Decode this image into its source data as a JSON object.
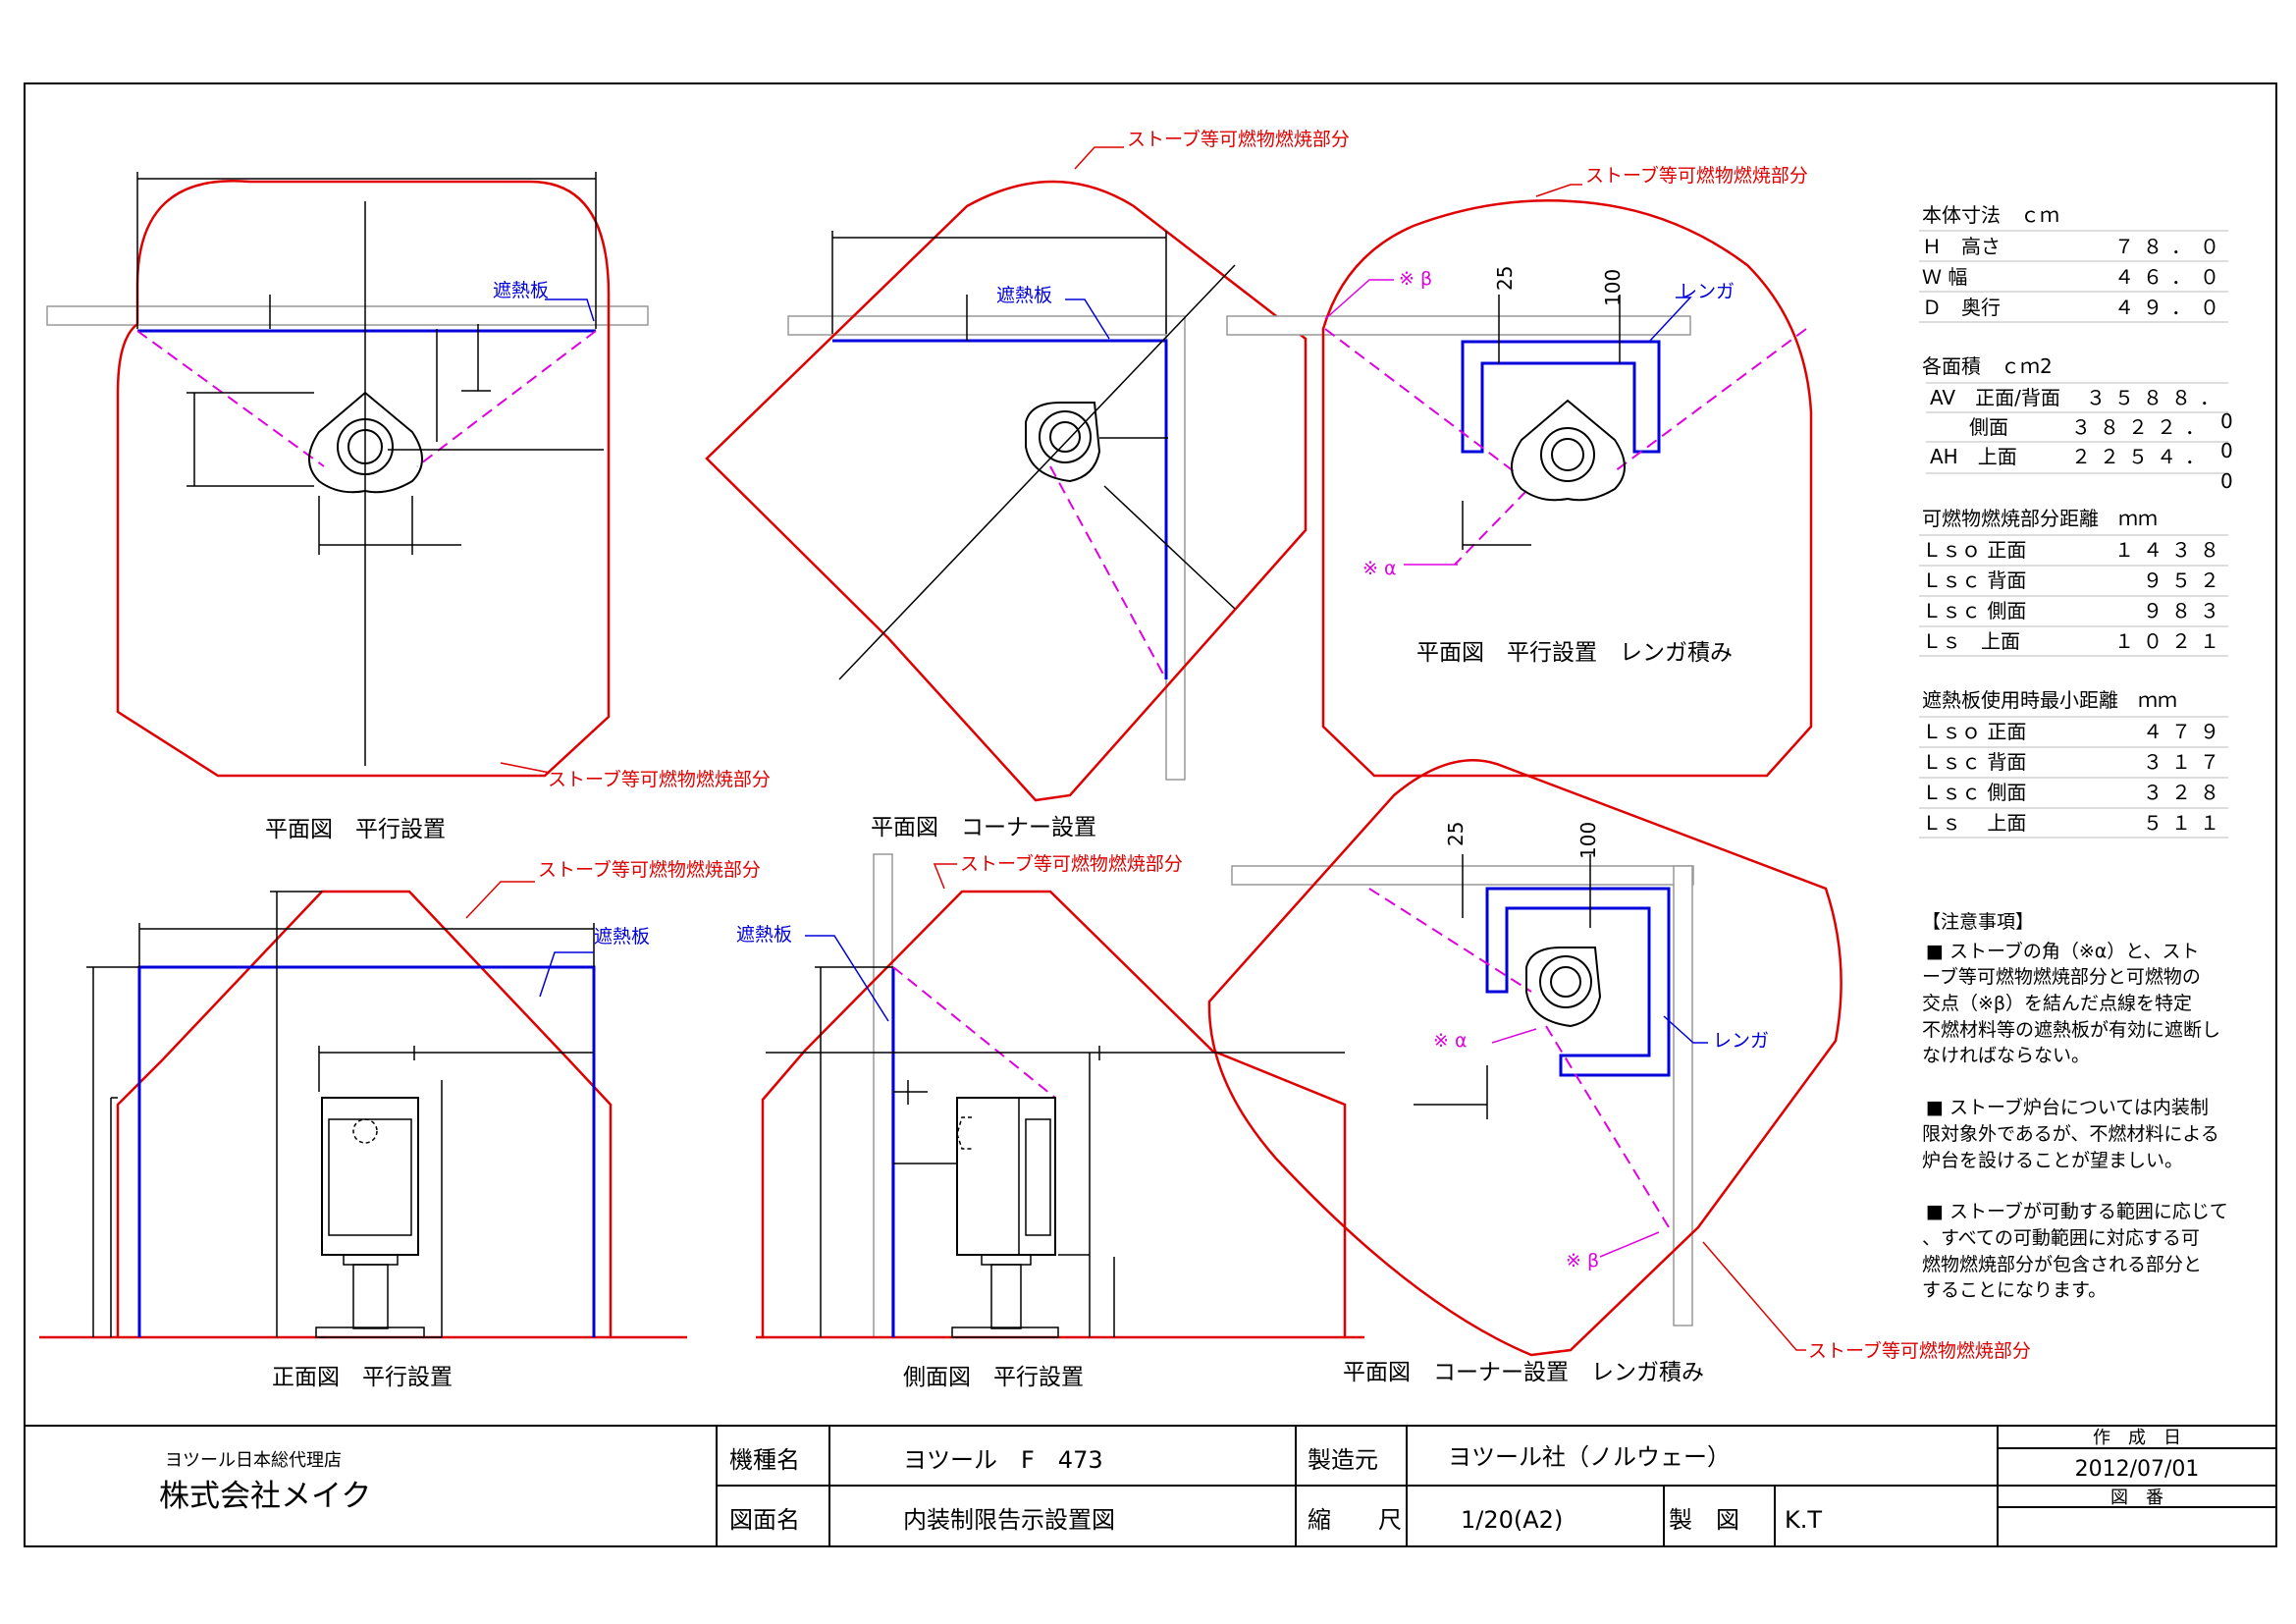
{
  "labels": {
    "combustible": "ストーブ等可燃物燃焼部分",
    "shield": "遮熱板",
    "brick": "レンガ",
    "alpha": "※ α",
    "beta": "※ β",
    "dim_25": "25",
    "dim_100": "100"
  },
  "captions": {
    "plan_parallel": "平面図　平行設置",
    "plan_corner": "平面図　コーナー設置",
    "plan_parallel_brick": "平面図　平行設置　レンガ積み",
    "plan_corner_brick": "平面図　コーナー設置　レンガ積み",
    "front_parallel": "正面図　平行設置",
    "side_parallel": "側面図　平行設置"
  },
  "specs": {
    "body": {
      "title": "本体寸法　ｃｍ",
      "rows": [
        {
          "label": "Ｈ　高さ",
          "value": "７８．０"
        },
        {
          "label": "Ｗ 幅",
          "value": "４６．０"
        },
        {
          "label": "Ｄ　奥行",
          "value": "４９．０"
        }
      ]
    },
    "area": {
      "title": "各面積　ｃｍ2",
      "rows": [
        {
          "label": "AV　正面/背面",
          "value": "３５８８．"
        },
        {
          "label": "　　側面",
          "value": "３８２２．"
        },
        {
          "label": "AH　上面",
          "value": "２２５４．"
        }
      ],
      "tail_zeros": [
        "0",
        "0",
        "0"
      ]
    },
    "distance": {
      "title": "可燃物燃焼部分距離　ｍｍ",
      "rows": [
        {
          "label": "Ｌｓｏ 正面",
          "value": "１４３８"
        },
        {
          "label": "Ｌｓｃ 背面",
          "value": "９５２"
        },
        {
          "label": "Ｌｓｃ 側面",
          "value": "９８３"
        },
        {
          "label": "Ｌｓ　上面",
          "value": "１０２１"
        }
      ]
    },
    "shield_min": {
      "title": "遮熱板使用時最小距離　ｍｍ",
      "rows": [
        {
          "label": "Ｌｓｏ 正面",
          "value": "４７９"
        },
        {
          "label": "Ｌｓｃ 背面",
          "value": "３１７"
        },
        {
          "label": "Ｌｓｃ 側面",
          "value": "３２８"
        },
        {
          "label": "Ｌｓ　 上面",
          "value": "５１１"
        }
      ]
    }
  },
  "notes": {
    "title": "【注意事項】",
    "lines": [
      "■ ストーブの角（※α）と、スト",
      "ーブ等可燃物燃焼部分と可燃物の",
      "交点（※β）を結んだ点線を特定",
      "不燃材料等の遮熱板が有効に遮断し",
      "なければならない。",
      "",
      "■ ストーブ炉台については内装制",
      "限対象外であるが、不燃材料による",
      "炉台を設けることが望ましい。",
      "",
      "■ ストーブが可動する範囲に応じて",
      "、すべての可動範囲に対応する可",
      "燃物燃焼部分が包含される部分と",
      "することになります。"
    ]
  },
  "title_block": {
    "agent_sub": "ヨツール日本総代理店",
    "agent_name": "株式会社メイク",
    "model_label": "機種名",
    "model_value": "ヨツール　F　473",
    "maker_label": "製造元",
    "maker_value": "ヨツール社（ノルウェー）",
    "date_label": "作　成　日",
    "date_value": "2012/07/01",
    "drawing_label": "図面名",
    "drawing_value": "内装制限告示設置図",
    "scale_label": "縮　　尺",
    "scale_value": "1/20(A2)",
    "drawn_label": "製　図",
    "drawn_value": "K.T",
    "drawing_no_label": "図　番",
    "drawing_no_value": ""
  },
  "colors": {
    "red": "#e00000",
    "blue": "#0000dd",
    "magenta": "#e000e0",
    "wall": "#999999"
  }
}
